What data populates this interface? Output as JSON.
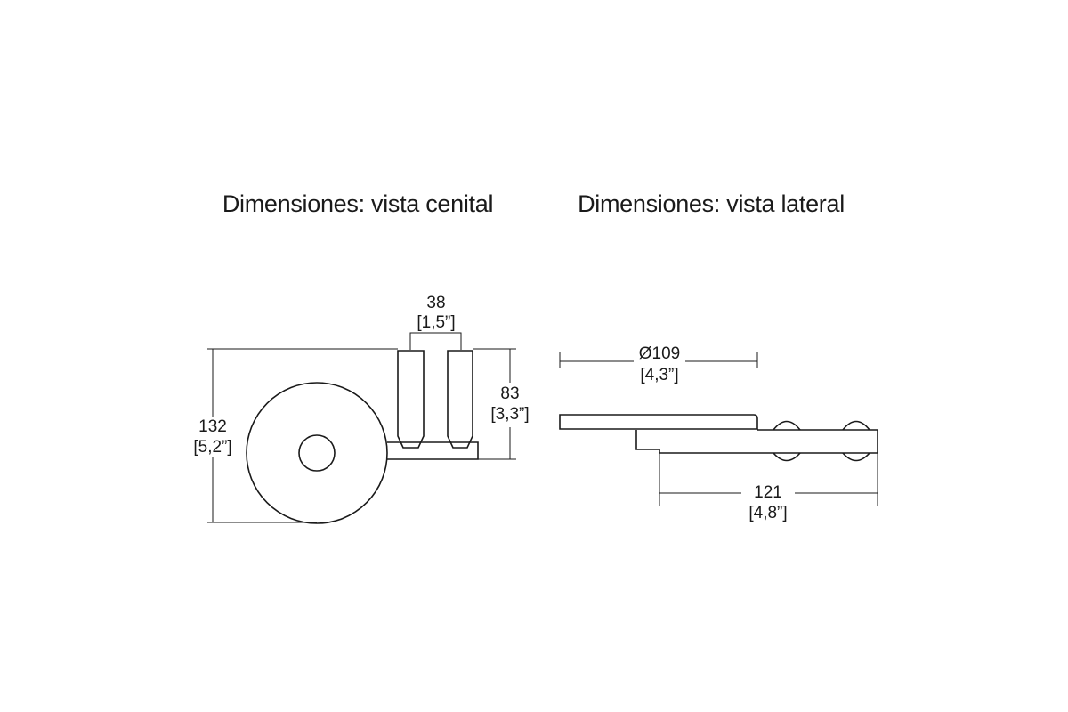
{
  "titles": {
    "top_view": "Dimensiones: vista cenital",
    "side_view": "Dimensiones: vista lateral"
  },
  "dimensions": {
    "holder_width": {
      "mm": "38",
      "in": "[1,5”]"
    },
    "overall_height": {
      "mm": "132",
      "in": "[5,2”]"
    },
    "holder_depth": {
      "mm": "83",
      "in": "[3,3”]"
    },
    "dish_diameter": {
      "mm": "Ø109",
      "in": "[4,3”]"
    },
    "projection": {
      "mm": "121",
      "in": "[4,8”]"
    }
  }
}
